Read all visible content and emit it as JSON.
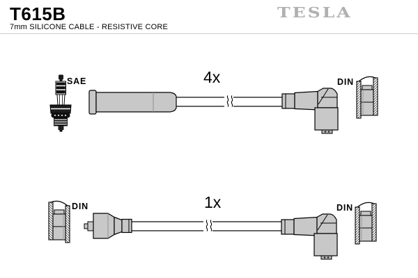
{
  "header": {
    "part_number": "T615B",
    "subtitle": "7mm SILICONE CABLE - RESISTIVE CORE",
    "brand_logo": "TESLA"
  },
  "diagrams": [
    {
      "id": "top",
      "quantity": "4x",
      "plug_end_label": "SAE",
      "terminal_end_label": "DIN",
      "components": [
        "spark-plug",
        "straight-plug-boot",
        "cable",
        "cable-break",
        "angled-distributor-boot",
        "din-terminal"
      ]
    },
    {
      "id": "bottom",
      "quantity": "1x",
      "plug_end_label": "DIN",
      "terminal_end_label": "DIN",
      "components": [
        "din-terminal",
        "straight-coil-boot",
        "cable",
        "cable-break",
        "angled-distributor-boot",
        "din-terminal"
      ]
    }
  ],
  "colors": {
    "brand_gray": "#b0b0b0",
    "boot_fill": "#c8c8c8",
    "outline": "#000000",
    "divider": "#cccccc",
    "background": "#ffffff"
  }
}
